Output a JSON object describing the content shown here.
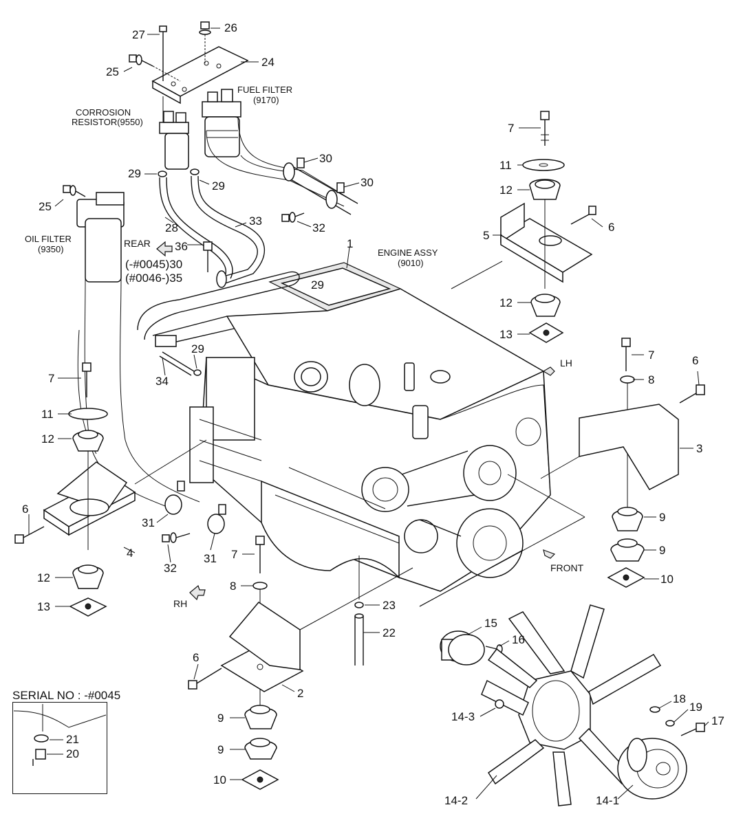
{
  "labels": {
    "engine_assy": "ENGINE ASSY",
    "engine_assy_code": "(9010)",
    "fuel_filter": "FUEL FILTER",
    "fuel_filter_code": "(9170)",
    "corrosion_resistor_1": "CORROSION",
    "corrosion_resistor_2": "RESISTOR(9550)",
    "oil_filter": "OIL FILTER",
    "oil_filter_code": "(9350)",
    "rear": "REAR",
    "lh": "LH",
    "rh": "RH",
    "front": "FRONT",
    "serial_no": "SERIAL NO : -#0045",
    "part_30_serial": "(-#0045)30",
    "part_35_serial": "(#0046-)35"
  },
  "callouts": {
    "c27": "27",
    "c26": "26",
    "c25a": "25",
    "c24": "24",
    "c29a": "29",
    "c29b": "29",
    "c30a": "30",
    "c30b": "30",
    "c32a": "32",
    "c25b": "25",
    "c28": "28",
    "c33": "33",
    "c36": "36",
    "c1": "1",
    "c29c": "29",
    "c29d": "29",
    "c34": "34",
    "c7a": "7",
    "c11a": "11",
    "c12a": "12",
    "c5": "5",
    "c6a": "6",
    "c12b": "12",
    "c13a": "13",
    "c7b": "7",
    "c6b": "6",
    "c8a": "8",
    "c3": "3",
    "c9a": "9",
    "c9b": "9",
    "c10a": "10",
    "c7c": "7",
    "c11b": "11",
    "c12c": "12",
    "c6c": "6",
    "c4": "4",
    "c12d": "12",
    "c13b": "13",
    "c31a": "31",
    "c31b": "31",
    "c32b": "32",
    "c7d": "7",
    "c8b": "8",
    "c6d": "6",
    "c2": "2",
    "c9c": "9",
    "c9d": "9",
    "c10b": "10",
    "c23": "23",
    "c22": "22",
    "c15": "15",
    "c16": "16",
    "c14_3": "14-3",
    "c18": "18",
    "c19": "19",
    "c17": "17",
    "c14_2": "14-2",
    "c14_1": "14-1",
    "c21": "21",
    "c20": "20"
  }
}
